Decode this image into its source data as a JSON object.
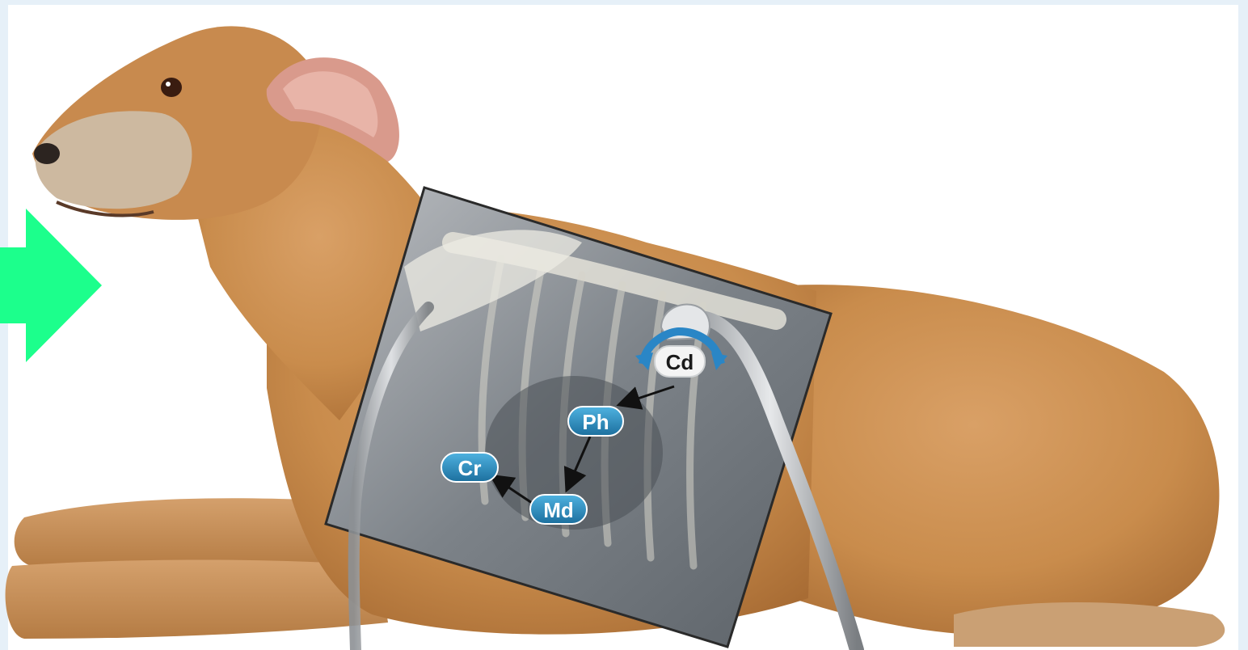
{
  "labels": {
    "caudal": "Cd",
    "perihilar": "Ph",
    "middle": "Md",
    "cranial": "Cr"
  },
  "colors": {
    "arrow": "#1cff8c",
    "label_fill": "#2b8fc4",
    "label_fill_dark": "#1c5f86",
    "label_text": "#ffffff",
    "cd_fill": "#f4f4f4",
    "cd_text": "#1a1a1a",
    "dog_fur": "#c98c4c",
    "frame": "#e6f0f8"
  },
  "icons": {
    "navigation": "right-arrow-icon",
    "rotation": "rotate-arrow-icon"
  }
}
